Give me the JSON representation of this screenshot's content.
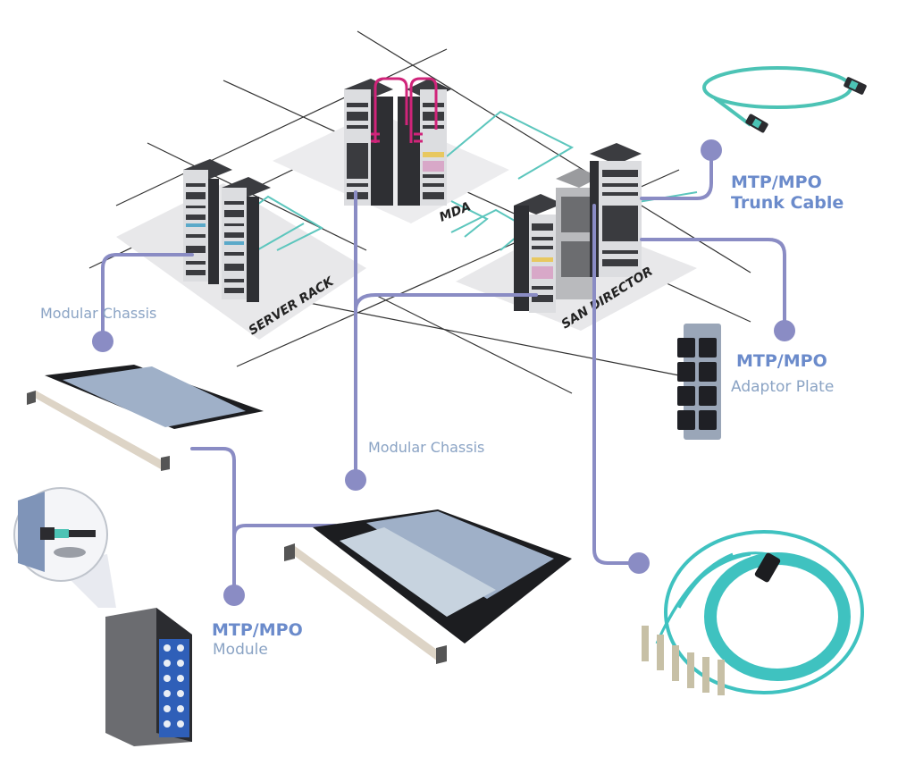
{
  "diagram": {
    "zones": {
      "server_rack": "SERVER RACK",
      "mda": "MDA",
      "san_director": "SAN DIRECTOR"
    },
    "callouts": {
      "trunk_cable": {
        "title": "MTP/MPO",
        "subtitle": "Trunk Cable"
      },
      "adaptor_plate": {
        "title": "MTP/MPO",
        "subtitle": "Adaptor Plate"
      },
      "module": {
        "title": "MTP/MPO",
        "subtitle": "Module"
      },
      "modular_chassis_left": {
        "label": "Modular Chassis"
      },
      "modular_chassis_center": {
        "label": "Modular Chassis"
      }
    },
    "colors": {
      "leader_line": "#8a8cc4",
      "label_bold": "#6b8bcb",
      "label_light": "#8aa3c4",
      "fiber_aqua": "#3fc2c0",
      "patch_magenta": "#d0247a",
      "rack_dark": "#3a3b3f",
      "floor_gray": "#e6e6e8"
    }
  }
}
